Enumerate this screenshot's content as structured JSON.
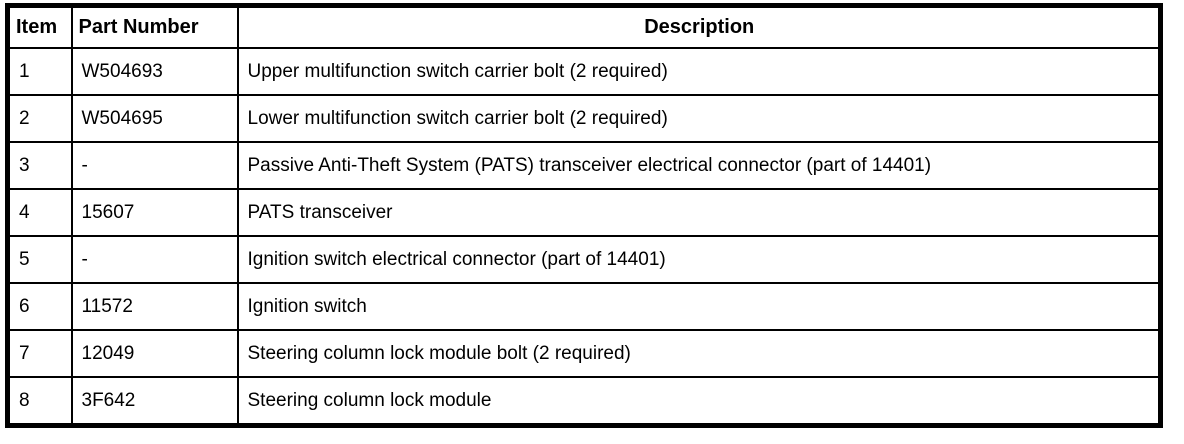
{
  "table": {
    "headers": {
      "item": "Item",
      "part_number": "Part Number",
      "description": "Description"
    },
    "rows": [
      {
        "item": "1",
        "part_number": "W504693",
        "description": "Upper multifunction switch carrier bolt (2 required)"
      },
      {
        "item": "2",
        "part_number": "W504695",
        "description": "Lower multifunction switch carrier bolt (2 required)"
      },
      {
        "item": "3",
        "part_number": "-",
        "description": "Passive Anti-Theft System (PATS) transceiver electrical connector (part of 14401)"
      },
      {
        "item": "4",
        "part_number": "15607",
        "description": "PATS transceiver"
      },
      {
        "item": "5",
        "part_number": "-",
        "description": "Ignition switch electrical connector (part of 14401)"
      },
      {
        "item": "6",
        "part_number": "11572",
        "description": "Ignition switch"
      },
      {
        "item": "7",
        "part_number": "12049",
        "description": "Steering column lock module bolt (2 required)"
      },
      {
        "item": "8",
        "part_number": "3F642",
        "description": "Steering column lock module"
      }
    ],
    "colors": {
      "border": "#000000",
      "background": "#ffffff",
      "text": "#000000"
    }
  }
}
